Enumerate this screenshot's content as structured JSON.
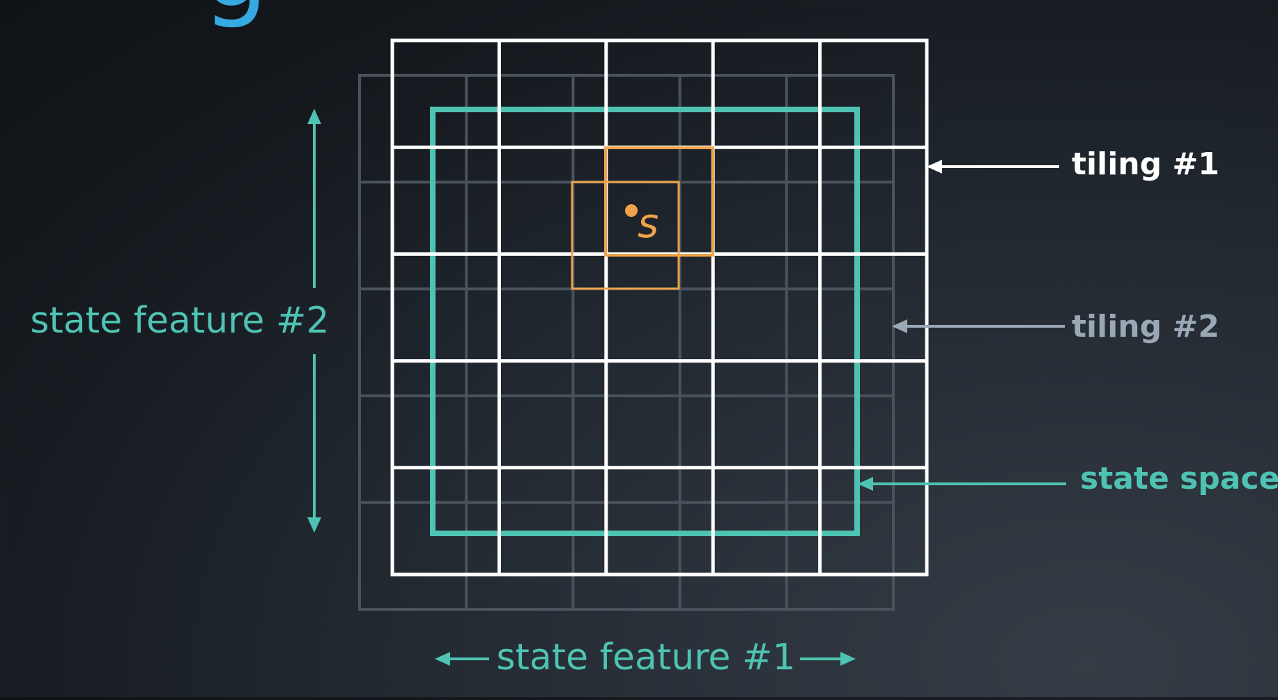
{
  "title_fragment": "g",
  "labels": {
    "tiling_1": "tiling #1",
    "tiling_2": "tiling #2",
    "state_space": "state space",
    "state_feature_1": "state feature #1",
    "state_feature_2": "state feature #2",
    "state_point": "s"
  },
  "colors": {
    "teal": "#4fc3b3",
    "white": "#ffffff",
    "gray_tiling": "#4a525b",
    "gray_label": "#9aa7b5",
    "orange": "#f0a34a",
    "title_blue": "#36a9e1"
  },
  "tilings": {
    "tiling_1_cells": [
      5,
      5
    ],
    "tiling_2_cells": [
      5,
      5
    ]
  }
}
